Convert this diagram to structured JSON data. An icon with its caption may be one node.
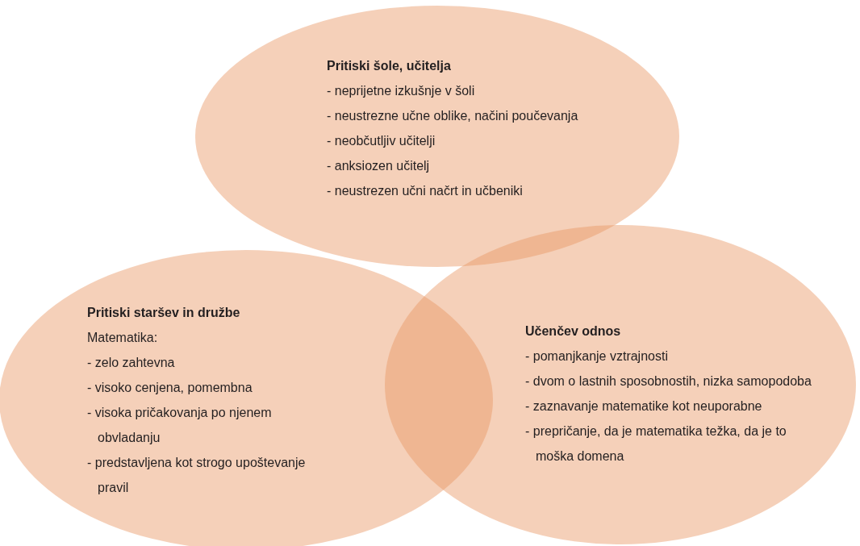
{
  "diagram": {
    "nodes": [
      {
        "text": [
          "Pritiski šole, učitelja",
          "- neprijetne izkušnje v šoli",
          "- neustrezne učne oblike, načini poučevanja",
          "- neobčutljiv učitelji",
          "- anksiozen učitelj",
          "- neustrezen učni načrt in učbeniki"
        ]
      },
      {
        "text": [
          "Pritiski staršev in družbe",
          "Matematika:",
          "- zelo zahtevna",
          "- visoko cenjena, pomembna",
          "- visoka pričakovanja po njenem obvladanju",
          "- predstavljena kot strogo upoštevanje pravil"
        ]
      },
      {
        "text": [
          "Učenčev odnos",
          "- pomanjkanje vztrajnosti",
          "- dvom o lastnih sposobnostih, nizka samopodoba",
          "- zaznavanje matematike kot neuporabne",
          "- prepričanje, da je matematika težka, da je to moška domena"
        ]
      }
    ]
  }
}
